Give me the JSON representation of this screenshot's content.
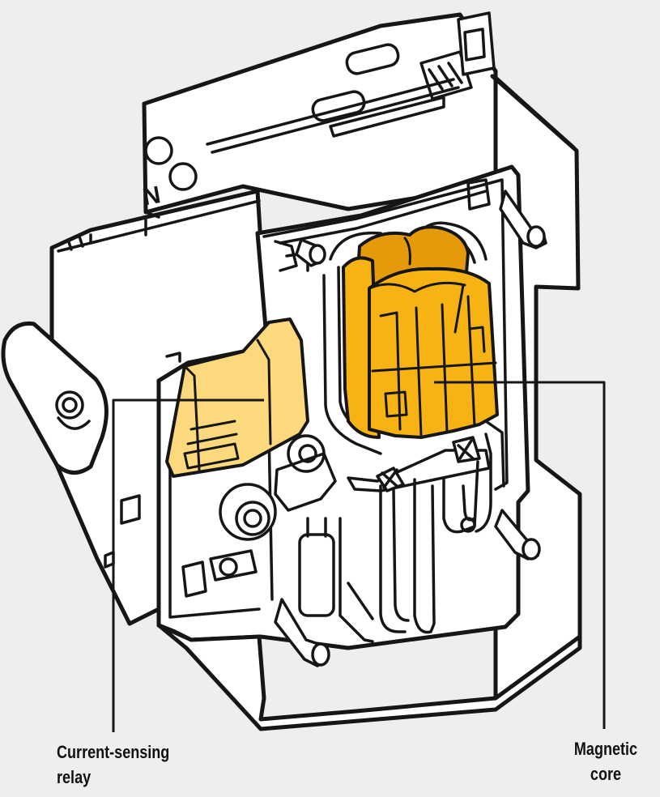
{
  "diagram": {
    "terminal_marking": "N",
    "labels": {
      "relay": {
        "line1": "Current-sensing",
        "line2": "relay"
      },
      "core": {
        "line1": "Magnetic",
        "line2": "core"
      }
    },
    "colors": {
      "background": "#eeeeef",
      "housing": "#ffffff",
      "outline": "#161616",
      "relay_fill": "#fbd97c",
      "core_fill": "#f6b313",
      "core_shade": "#e49a0a"
    }
  }
}
